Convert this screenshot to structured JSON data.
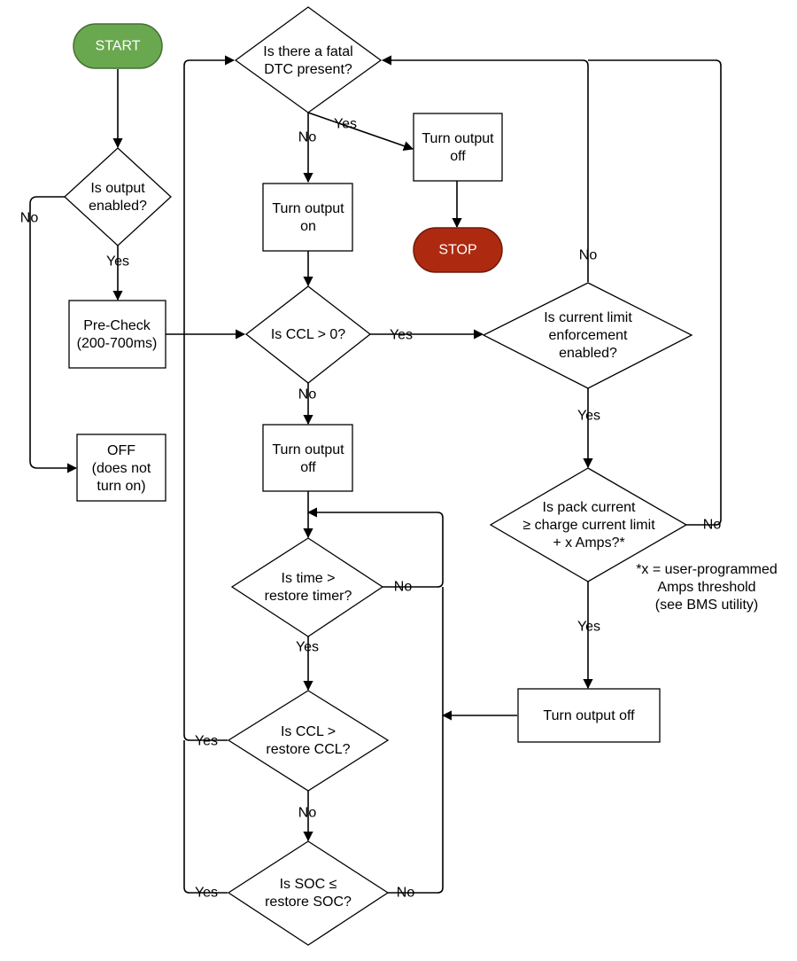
{
  "colors": {
    "start_fill": "#6aa84f",
    "start_stroke": "#466e35",
    "stop_fill": "#ad2a10",
    "stop_stroke": "#6f1a0a",
    "line": "#000000",
    "terminal_text": "#ffffff"
  },
  "nodes": {
    "start": "START",
    "stop": "STOP",
    "output_enabled": [
      "Is output",
      "enabled?"
    ],
    "pre_check": [
      "Pre-Check",
      "(200-700ms)"
    ],
    "off_not_on": [
      "OFF",
      "(does not",
      "turn on)"
    ],
    "fatal_dtc": [
      "Is there a fatal",
      "DTC present?"
    ],
    "turn_off_fatal": [
      "Turn output",
      "off"
    ],
    "turn_on": [
      "Turn output",
      "on"
    ],
    "ccl_gt_zero": [
      "Is CCL > 0?"
    ],
    "turn_off_ccl": [
      "Turn output",
      "off"
    ],
    "time_restore": [
      "Is time >",
      "restore timer?"
    ],
    "ccl_restore": [
      "Is CCL >",
      "restore CCL?"
    ],
    "soc_restore": [
      "Is SOC ≤",
      "restore SOC?"
    ],
    "limit_enforcement": [
      "Is current limit",
      "enforcement",
      "enabled?"
    ],
    "pack_current": [
      "Is pack current",
      "≥ charge current limit",
      "+ x Amps?*"
    ],
    "turn_off_pack": [
      "Turn output off"
    ]
  },
  "edge_labels": {
    "output_enabled_no": "No",
    "output_enabled_yes": "Yes",
    "fatal_yes": "Yes",
    "fatal_no": "No",
    "ccl_yes": "Yes",
    "ccl_no": "No",
    "enforcement_no": "No",
    "enforcement_yes": "Yes",
    "pack_no": "No",
    "pack_yes": "Yes",
    "time_no": "No",
    "time_yes": "Yes",
    "ccl_restore_yes": "Yes",
    "ccl_restore_no": "No",
    "soc_yes": "Yes",
    "soc_no": "No"
  },
  "footnote": [
    "*x = user-programmed",
    "Amps threshold",
    "(see BMS utility)"
  ]
}
